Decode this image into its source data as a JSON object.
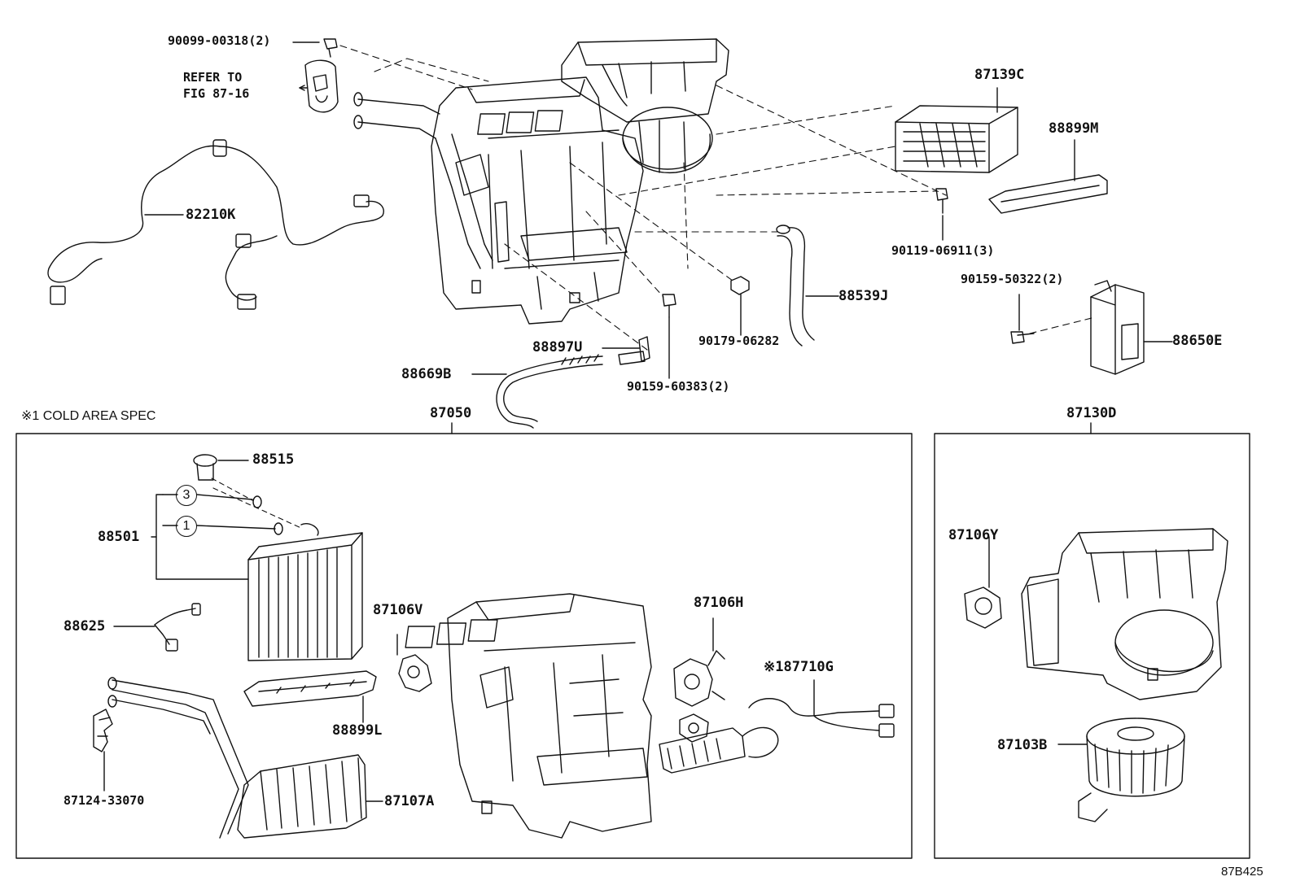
{
  "figure_code": "87B425",
  "note": "※1 COLD AREA SPEC",
  "refer": {
    "line1": "REFER TO",
    "line2": "FIG 87-16"
  },
  "callout_circles": [
    "3",
    "1"
  ],
  "groups": {
    "main": "87050",
    "blower": "87130D"
  },
  "parts": {
    "p90099": "90099-00318(2)",
    "p87139c": "87139C",
    "p88899m": "88899M",
    "p82210k": "82210K",
    "p90119": "90119-06911(3)",
    "p90159_50322": "90159-50322(2)",
    "p88539j": "88539J",
    "p88650e": "88650E",
    "p90179": "90179-06282",
    "p88897u": "88897U",
    "p88669b": "88669B",
    "p90159_60383": "90159-60383(2)",
    "p88515": "88515",
    "p88501": "88501",
    "p88625": "88625",
    "p87106v": "87106V",
    "p87106h": "87106H",
    "p87710g": "※187710G",
    "p88899l": "88899L",
    "p87124": "87124-33070",
    "p87107a": "87107A",
    "p87106y": "87106Y",
    "p87103b": "87103B"
  }
}
